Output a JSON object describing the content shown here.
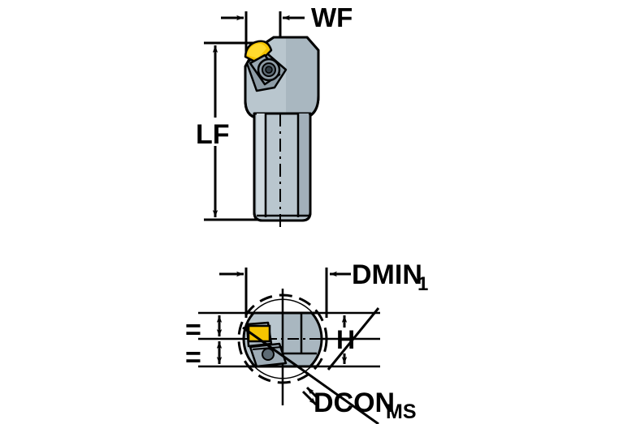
{
  "drawing": {
    "title": "Boring bar tool holder technical drawing",
    "type": "engineering-dimension-drawing",
    "background_color": "#ffffff",
    "line_color": "#000000",
    "shank_color": "#b9c6ce",
    "shank_shadow_color": "#93a2ac",
    "shank_highlight_color": "#d3dce2",
    "insert_color": "#f5c400",
    "insert_highlight_color": "#ffe033",
    "screw_color": "#7f8f99",
    "screw_dark_color": "#3d4850"
  },
  "views": {
    "side_view": {
      "name": "side view of boring bar",
      "labels": {
        "wf": "WF",
        "lf": "LF"
      }
    },
    "front_view": {
      "name": "front / end cross section view",
      "labels": {
        "dmin": "DMIN",
        "dmin_subscript": "1",
        "h": "H",
        "dcon": "DCON",
        "dcon_subscript": "MS",
        "equal_top": "=",
        "equal_bottom": "="
      }
    }
  }
}
